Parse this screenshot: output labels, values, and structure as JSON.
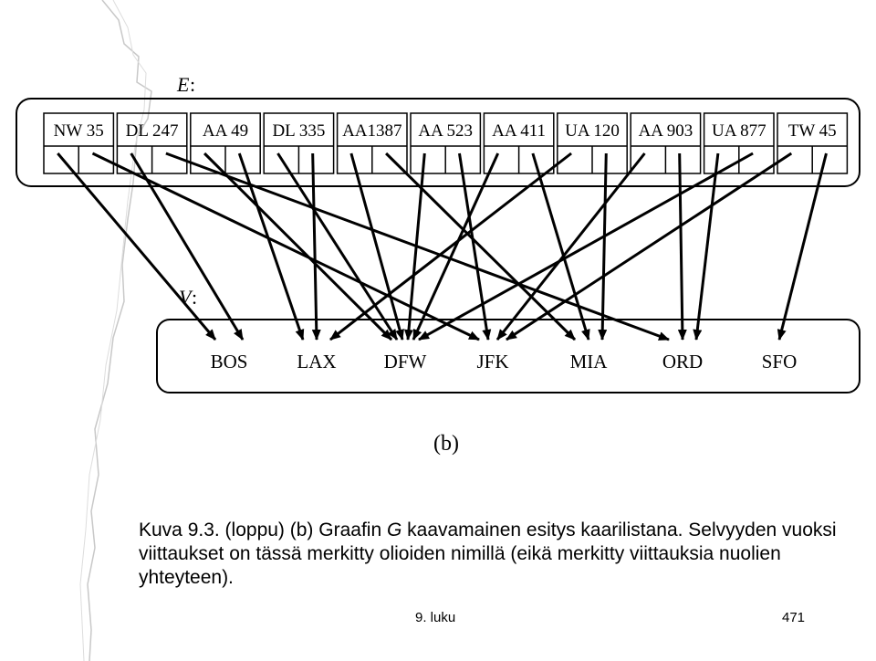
{
  "diagram": {
    "edge_set_label": "E",
    "vertex_set_label": "V",
    "colon": ":",
    "sublabel": "(b)",
    "edges": [
      "NW 35",
      "DL 247",
      "AA 49",
      "DL 335",
      "AA1387",
      "AA 523",
      "AA 411",
      "UA 120",
      "AA 903",
      "UA 877",
      "TW 45"
    ],
    "vertices": [
      "BOS",
      "LAX",
      "DFW",
      "JFK",
      "MIA",
      "ORD",
      "SFO"
    ],
    "links": [
      {
        "edge": 0,
        "from": 0,
        "to": 0
      },
      {
        "edge": 0,
        "from": 1,
        "to": 3
      },
      {
        "edge": 1,
        "from": 0,
        "to": 0
      },
      {
        "edge": 1,
        "from": 1,
        "to": 5
      },
      {
        "edge": 2,
        "from": 0,
        "to": 2
      },
      {
        "edge": 2,
        "from": 1,
        "to": 1
      },
      {
        "edge": 3,
        "from": 0,
        "to": 2
      },
      {
        "edge": 3,
        "from": 1,
        "to": 1
      },
      {
        "edge": 4,
        "from": 0,
        "to": 2
      },
      {
        "edge": 4,
        "from": 1,
        "to": 4
      },
      {
        "edge": 5,
        "from": 0,
        "to": 2
      },
      {
        "edge": 5,
        "from": 1,
        "to": 3
      },
      {
        "edge": 6,
        "from": 0,
        "to": 2
      },
      {
        "edge": 6,
        "from": 1,
        "to": 4
      },
      {
        "edge": 7,
        "from": 0,
        "to": 1
      },
      {
        "edge": 7,
        "from": 1,
        "to": 4
      },
      {
        "edge": 8,
        "from": 0,
        "to": 3
      },
      {
        "edge": 8,
        "from": 1,
        "to": 5
      },
      {
        "edge": 9,
        "from": 0,
        "to": 5
      },
      {
        "edge": 9,
        "from": 1,
        "to": 2
      },
      {
        "edge": 10,
        "from": 0,
        "to": 3
      },
      {
        "edge": 10,
        "from": 1,
        "to": 6
      }
    ]
  },
  "caption": {
    "prefix": "Kuva 9.3. (loppu) (b) Graafin ",
    "graph_var": "G",
    "rest": " kaavamainen esitys kaarilistana. Selvyyden vuoksi viittaukset on tässä merkitty olioiden nimillä (eikä merkitty viittauksia nuolien yhteyteen)."
  },
  "footer": {
    "chapter": "9. luku",
    "page": "471"
  }
}
